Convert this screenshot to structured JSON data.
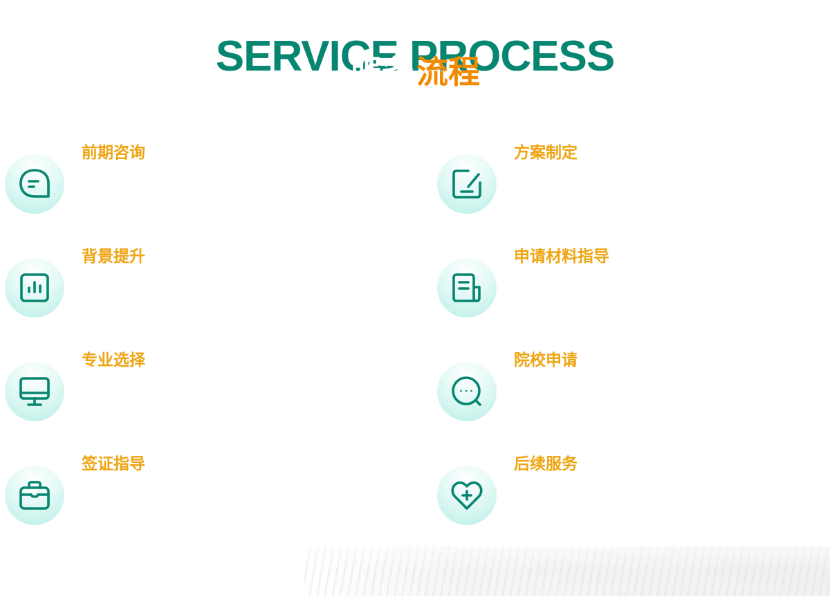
{
  "header": {
    "title_en": "SERVICE PROCESS",
    "title_zh_part1": "服务",
    "title_zh_part2": "流程"
  },
  "colors": {
    "title_en": "#068571",
    "title_accent": "#f08a00",
    "label": "#efa411",
    "icon_stroke": "#068571",
    "icon_circle": "#b7efe5"
  },
  "services": [
    {
      "label": "前期咨询",
      "icon": "chat-bubble-icon"
    },
    {
      "label": "方案制定",
      "icon": "edit-document-icon"
    },
    {
      "label": "背景提升",
      "icon": "bar-chart-icon"
    },
    {
      "label": "申请材料指导",
      "icon": "newspaper-icon"
    },
    {
      "label": "专业选择",
      "icon": "monitor-icon"
    },
    {
      "label": "院校申请",
      "icon": "search-message-icon"
    },
    {
      "label": "签证指导",
      "icon": "briefcase-icon"
    },
    {
      "label": "后续服务",
      "icon": "heart-plus-icon"
    }
  ]
}
